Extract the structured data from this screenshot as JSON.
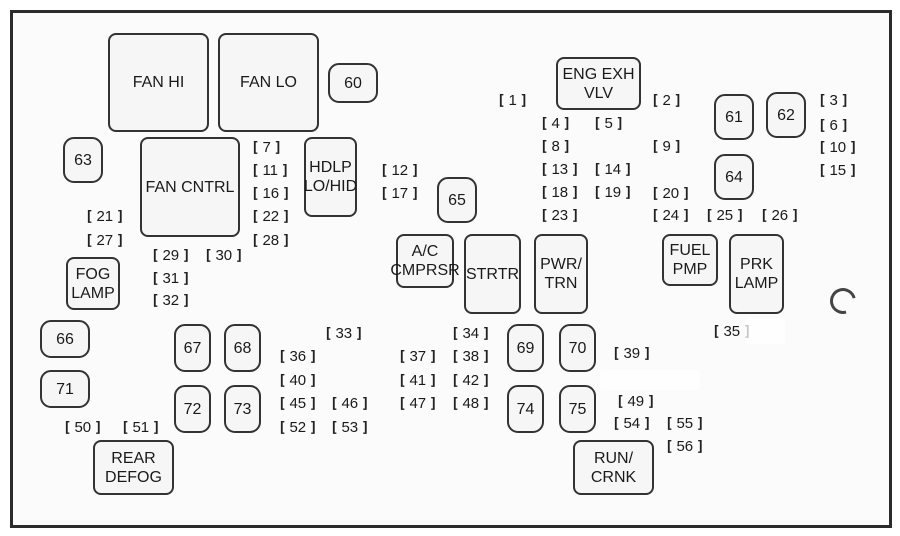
{
  "relays": {
    "fan_hi": "FAN HI",
    "fan_lo": "FAN LO",
    "r60": "60",
    "eng_exh_vlv": "ENG EXH\nVLV",
    "r61": "61",
    "r62": "62",
    "r63": "63",
    "fan_cntrl": "FAN CNTRL",
    "hdlp": "HDLP\nLO/HID",
    "r64": "64",
    "r65": "65",
    "ac": "A/C\nCMPRSR",
    "strtr": "STRTR",
    "pwr_trn": "PWR/\nTRN",
    "fuel_pmp": "FUEL\nPMP",
    "prk_lamp": "PRK\nLAMP",
    "fog_lamp": "FOG\nLAMP",
    "r66": "66",
    "r67": "67",
    "r68": "68",
    "r69": "69",
    "r70": "70",
    "r71": "71",
    "r72": "72",
    "r73": "73",
    "r74": "74",
    "r75": "75",
    "rear_defog": "REAR\nDEFOG",
    "run_crnk": "RUN/\nCRNK"
  },
  "fuses": {
    "f1": "1",
    "f2": "2",
    "f3": "3",
    "f4": "4",
    "f5": "5",
    "f6": "6",
    "f7": "7",
    "f8": "8",
    "f9": "9",
    "f10": "10",
    "f11": "11",
    "f12": "12",
    "f13": "13",
    "f14": "14",
    "f15": "15",
    "f16": "16",
    "f17": "17",
    "f18": "18",
    "f19": "19",
    "f20": "20",
    "f21": "21",
    "f22": "22",
    "f23": "23",
    "f24": "24",
    "f25": "25",
    "f26": "26",
    "f27": "27",
    "f28": "28",
    "f29": "29",
    "f30": "30",
    "f31": "31",
    "f32": "32",
    "f33": "33",
    "f34": "34",
    "f35": "35",
    "f36": "36",
    "f37": "37",
    "f38": "38",
    "f39": "39",
    "f40": "40",
    "f41": "41",
    "f42": "42",
    "f45": "45",
    "f46": "46",
    "f47": "47",
    "f48": "48",
    "f49": "49",
    "f50": "50",
    "f51": "51",
    "f52": "52",
    "f53": "53",
    "f54": "54",
    "f55": "55",
    "f56": "56"
  }
}
